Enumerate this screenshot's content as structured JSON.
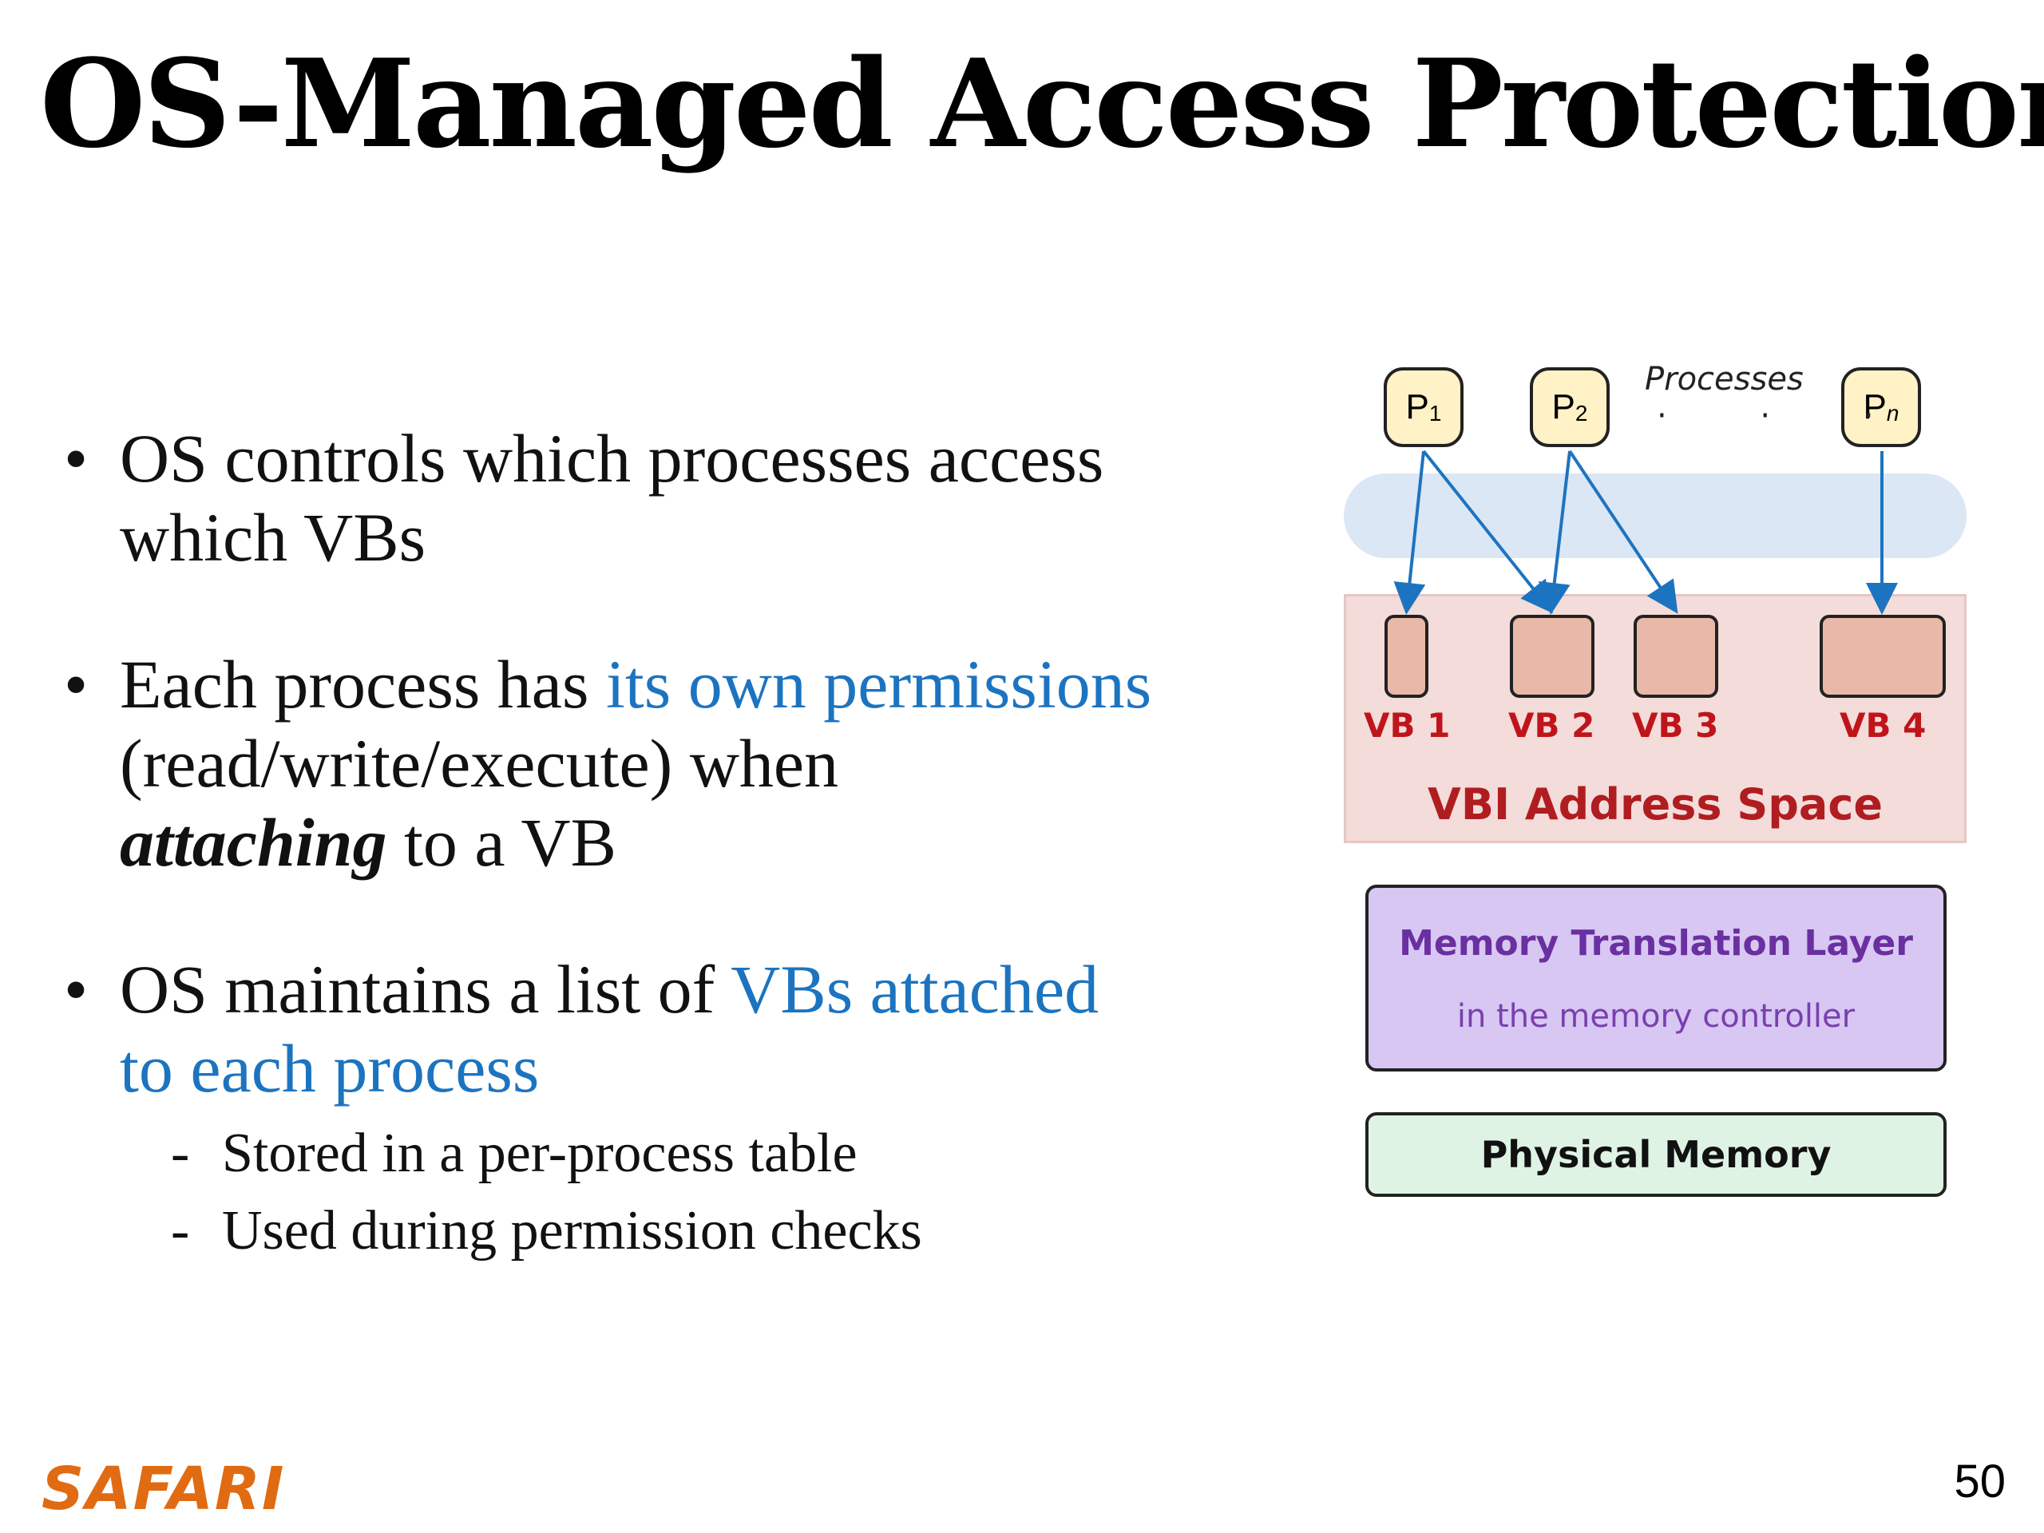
{
  "slide": {
    "title": "OS-Managed Access Protection",
    "page_number": "50",
    "footer_logo": "SAFARI"
  },
  "bullets": {
    "b1": {
      "line1": "OS controls which processes access",
      "line2": "which VBs"
    },
    "b2": {
      "pre": "Each process has ",
      "highlight": "its own permissions",
      "line2": "(read/write/execute) when",
      "emph": "attaching",
      "post": " to a VB"
    },
    "b3": {
      "pre": "OS maintains a list of ",
      "highlight1": "VBs attached",
      "highlight2": "to each process",
      "subs": [
        "Stored in a per-process table",
        "Used during permission checks"
      ]
    }
  },
  "diagram": {
    "processes_label": "Processes",
    "processes": [
      {
        "name": "P",
        "sub": "1"
      },
      {
        "name": "P",
        "sub": "2"
      },
      {
        "name": "P",
        "sub": "n"
      }
    ],
    "ellipsis": "· · ·",
    "vbs": [
      "VB 1",
      "VB 2",
      "VB 3",
      "VB 4"
    ],
    "address_space_label": "VBI Address Space",
    "mtl_title": "Memory Translation Layer",
    "mtl_sub": "in the memory controller",
    "physical_memory": "Physical Memory",
    "colors": {
      "process_fill": "#fff2c6",
      "band": "#dbe7f4",
      "address_space": "#f3dcda",
      "vb_fill": "#e8b8a8",
      "vb_label": "#c0141b",
      "arrow": "#1c74c0",
      "mtl_fill": "#d7c7f2",
      "mtl_text": "#6a2fa0",
      "pm_fill": "#dff3e4",
      "highlight_text": "#1c74c0",
      "logo": "#e06b12"
    }
  }
}
